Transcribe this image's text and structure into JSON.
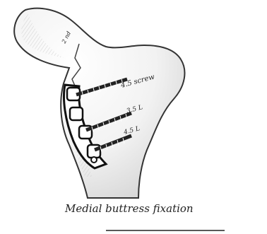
{
  "caption": "Medial buttress fixation",
  "labels": {
    "top": "2 nd",
    "screw1": "4.5 screw",
    "screw2": "3.5 L",
    "screw3": "4.5 L"
  }
}
